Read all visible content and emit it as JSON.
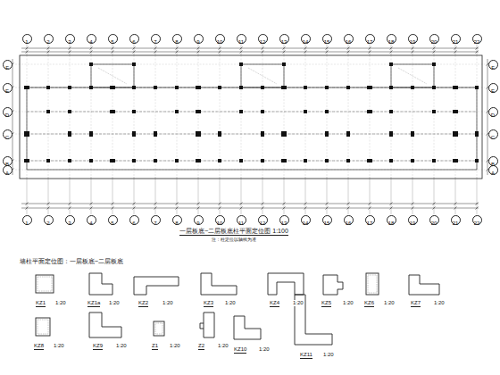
{
  "diagram": {
    "title": "一层板底~二层板底柱平面定位图  1:100",
    "nodes": [
      {
        "text": [
          "1"
        ]
      },
      {
        "text": [
          "2"
        ]
      },
      {
        "text": [
          "3"
        ]
      },
      {
        "text": [
          "4"
        ]
      },
      {
        "text": [
          "5"
        ]
      },
      {
        "text": [
          "6"
        ]
      },
      {
        "text": [
          "7"
        ]
      },
      {
        "text": [
          "8"
        ]
      },
      {
        "text": [
          "9"
        ]
      },
      {
        "text": [
          "10"
        ]
      },
      {
        "text": [
          "11"
        ]
      },
      {
        "text": [
          "12"
        ]
      },
      {
        "text": [
          "13"
        ]
      },
      {
        "text": [
          "14"
        ]
      },
      {
        "text": [
          "15"
        ]
      },
      {
        "text": [
          "16"
        ]
      },
      {
        "text": [
          "17"
        ]
      },
      {
        "text": [
          "18"
        ]
      },
      {
        "text": [
          "19"
        ]
      },
      {
        "text": [
          "20"
        ]
      },
      {
        "text": [
          "21"
        ]
      },
      {
        "text": [
          "22"
        ]
      },
      {
        "text": [
          "A"
        ]
      },
      {
        "text": [
          "B"
        ]
      },
      {
        "text": [
          "C"
        ]
      },
      {
        "text": [
          "D"
        ]
      },
      {
        "text": [
          "E"
        ]
      },
      {
        "text": [
          "F"
        ]
      },
      {
        "text": [
          "A"
        ]
      },
      {
        "text": [
          "B"
        ]
      },
      {
        "text": [
          "C"
        ]
      },
      {
        "text": [
          "D"
        ]
      },
      {
        "text": [
          "E"
        ]
      },
      {
        "text": [
          "F"
        ]
      },
      {
        "text": [
          "1"
        ]
      },
      {
        "text": [
          "2"
        ]
      },
      {
        "text": [
          "3"
        ]
      },
      {
        "text": [
          "4"
        ]
      },
      {
        "text": [
          "5"
        ]
      },
      {
        "text": [
          "6"
        ]
      },
      {
        "text": [
          "7"
        ]
      },
      {
        "text": [
          "8"
        ]
      },
      {
        "text": [
          "9"
        ]
      },
      {
        "text": [
          "10"
        ]
      },
      {
        "text": [
          "11"
        ]
      },
      {
        "text": [
          "12"
        ]
      },
      {
        "text": [
          "13"
        ]
      },
      {
        "text": [
          "14"
        ]
      },
      {
        "text": [
          "15"
        ]
      },
      {
        "text": [
          "16"
        ]
      },
      {
        "text": [
          "17"
        ]
      },
      {
        "text": [
          "18"
        ]
      },
      {
        "text": [
          "19"
        ]
      },
      {
        "text": [
          "20"
        ]
      },
      {
        "text": [
          "21"
        ]
      },
      {
        "text": [
          "22"
        ]
      }
    ],
    "labels": [
      "注：柱定位以轴线为准",
      "墙柱平面定位图：一层板底~二层板底",
      "KZ1",
      "1:20",
      "KZ1a",
      "1:20",
      "KZ2",
      "1:20",
      "KZ3",
      "1:20",
      "KZ4",
      "1:20",
      "KZ5",
      "1:20",
      "KZ6",
      "1:20",
      "KZ7",
      "1:20",
      "KZ8",
      "1:20",
      "KZ9",
      "1:20",
      "Z1",
      "1:20",
      "Z2",
      "1:20",
      "KZ10",
      "1:20",
      "KZ11",
      "1:20"
    ]
  }
}
